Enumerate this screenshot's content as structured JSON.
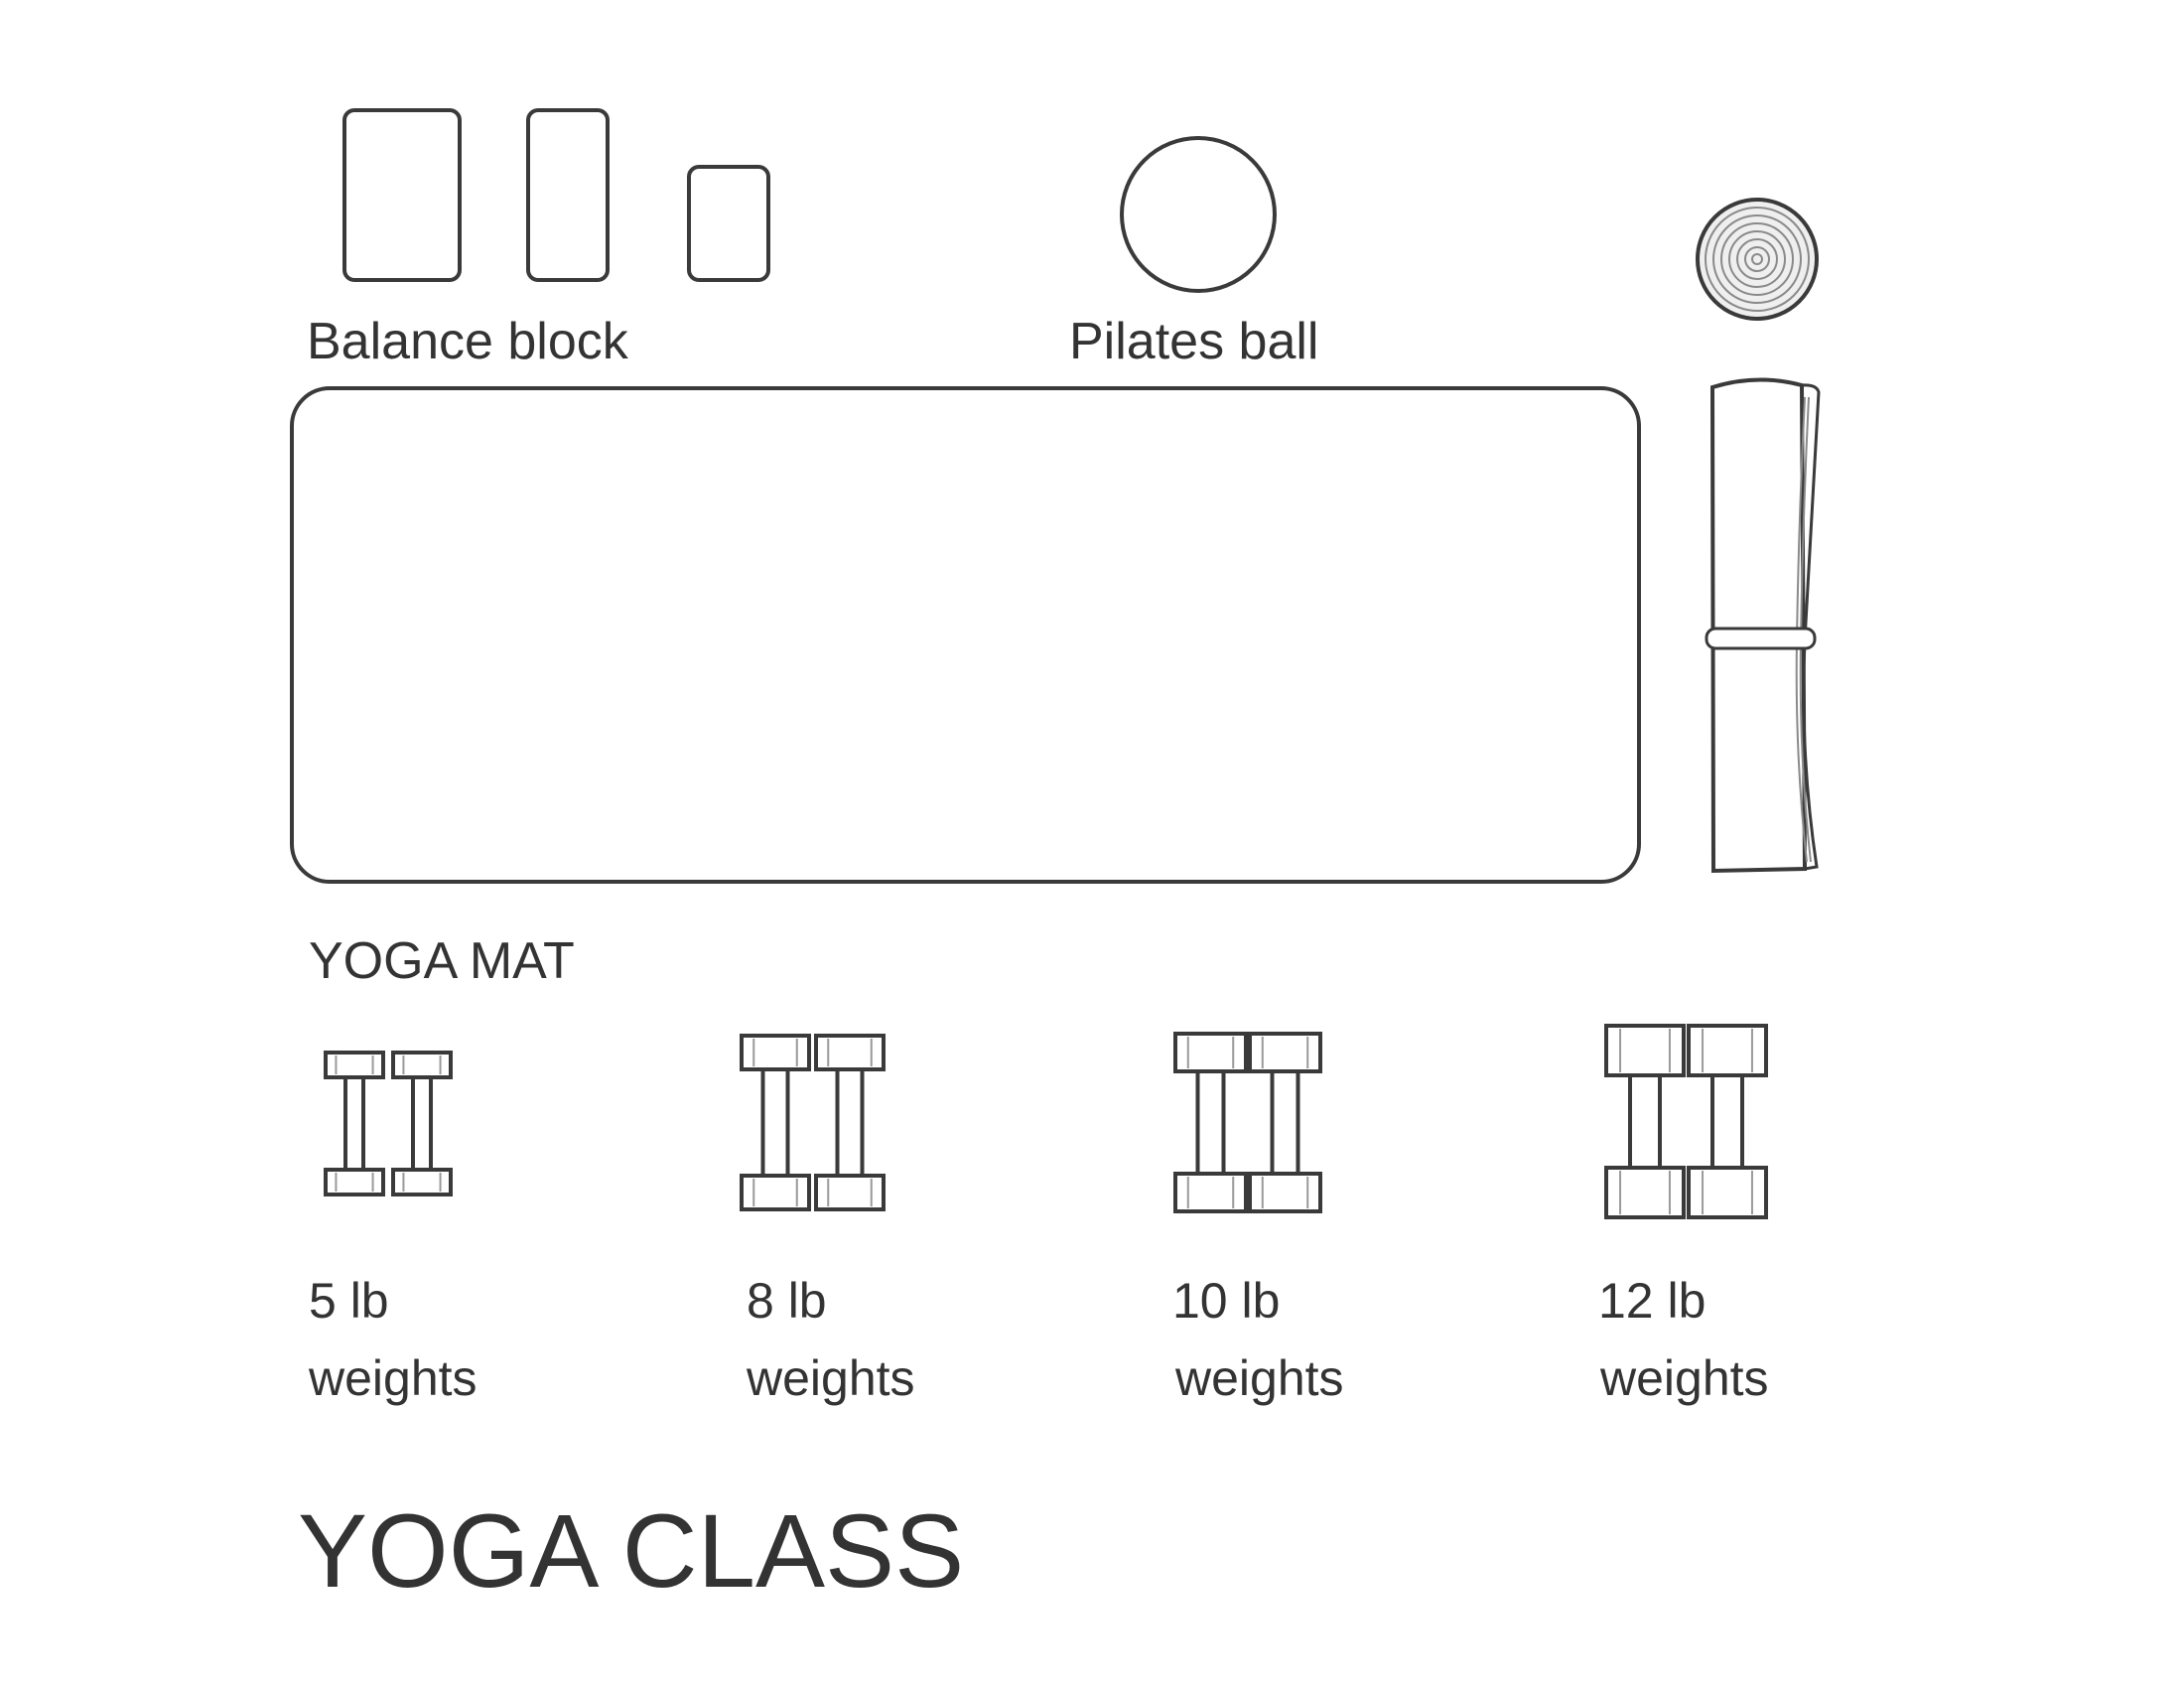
{
  "labels": {
    "balance_block": "Balance block",
    "pilates_ball": "Pilates ball",
    "yoga_mat": "YOGA MAT",
    "title": "YOGA CLASS"
  },
  "weights": [
    {
      "amount": "5 lb",
      "word": "weights"
    },
    {
      "amount": "8 lb",
      "word": "weights"
    },
    {
      "amount": "10 lb",
      "word": "weights"
    },
    {
      "amount": "12 lb",
      "word": "weights"
    }
  ],
  "icons": {
    "balance_blocks": "block-icon",
    "pilates_ball": "ball-icon",
    "rolled_mat_end": "rolled-mat-spiral-icon",
    "rolled_mat_side": "rolled-mat-icon",
    "dumbbell": "dumbbell-icon"
  },
  "colors": {
    "line": "#3a3a3a",
    "text": "#333333",
    "background": "#ffffff"
  }
}
